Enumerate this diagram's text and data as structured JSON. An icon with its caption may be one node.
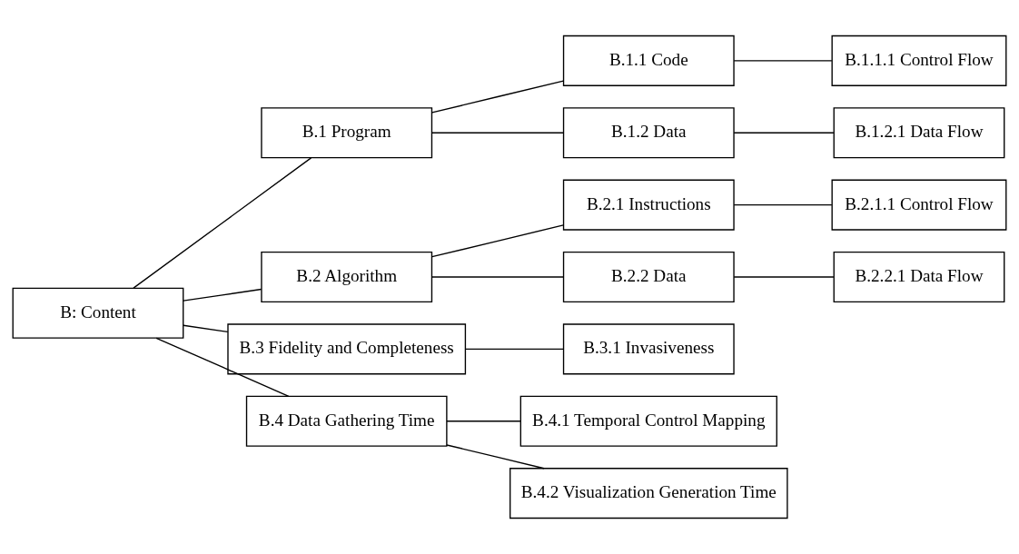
{
  "diagram": {
    "nodes": [
      {
        "text": [
          "B: Content"
        ]
      },
      {
        "text": [
          "B.1 Program"
        ]
      },
      {
        "text": [
          "B.1.1 Code"
        ]
      },
      {
        "text": [
          "B.1.1.1 Control Flow"
        ]
      },
      {
        "text": [
          "B.1.2 Data"
        ]
      },
      {
        "text": [
          "B.1.2.1 Data Flow"
        ]
      },
      {
        "text": [
          "B.2 Algorithm"
        ]
      },
      {
        "text": [
          "B.2.1 Instructions"
        ]
      },
      {
        "text": [
          "B.2.1.1 Control Flow"
        ]
      },
      {
        "text": [
          "B.2.2 Data"
        ]
      },
      {
        "text": [
          "B.2.2.1 Data Flow"
        ]
      },
      {
        "text": [
          "B.3 Fidelity and Completeness"
        ]
      },
      {
        "text": [
          "B.3.1 Invasiveness"
        ]
      },
      {
        "text": [
          "B.4 Data Gathering Time"
        ]
      },
      {
        "text": [
          "B.4.1 Temporal Control Mapping"
        ]
      },
      {
        "text": [
          "B.4.2 Visualization Generation Time"
        ]
      }
    ],
    "edges": [
      {
        "from": 0,
        "to": 1,
        "arrow": "none"
      },
      {
        "from": 0,
        "to": 6,
        "arrow": "none"
      },
      {
        "from": 0,
        "to": 11,
        "arrow": "none"
      },
      {
        "from": 0,
        "to": 13,
        "arrow": "none"
      },
      {
        "from": 1,
        "to": 2,
        "arrow": "none"
      },
      {
        "from": 1,
        "to": 4,
        "arrow": "none"
      },
      {
        "from": 2,
        "to": 3,
        "arrow": "none"
      },
      {
        "from": 4,
        "to": 5,
        "arrow": "none"
      },
      {
        "from": 6,
        "to": 7,
        "arrow": "none"
      },
      {
        "from": 6,
        "to": 9,
        "arrow": "none"
      },
      {
        "from": 7,
        "to": 8,
        "arrow": "none"
      },
      {
        "from": 9,
        "to": 10,
        "arrow": "none"
      },
      {
        "from": 11,
        "to": 12,
        "arrow": "none"
      },
      {
        "from": 13,
        "to": 14,
        "arrow": "none"
      },
      {
        "from": 13,
        "to": 15,
        "arrow": "none"
      }
    ]
  }
}
